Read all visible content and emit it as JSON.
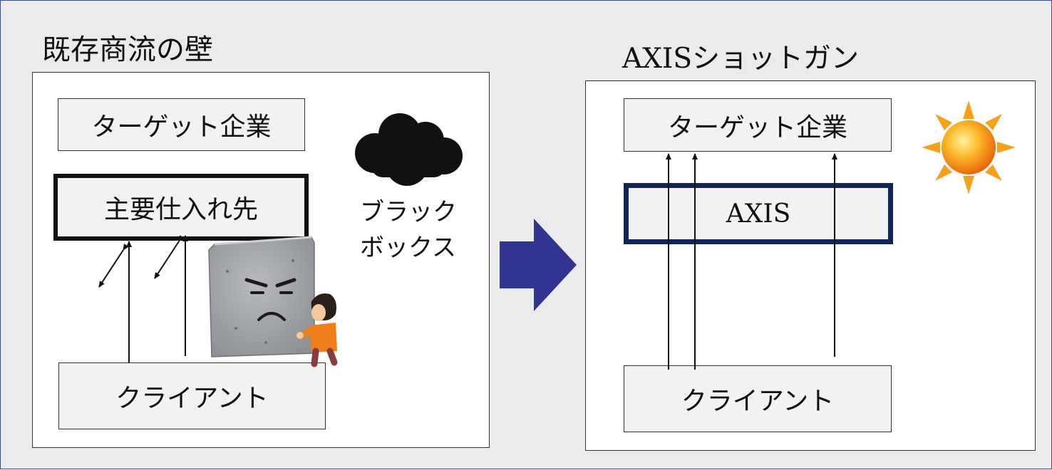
{
  "left": {
    "title": "既存商流の壁",
    "target_company": "ターゲット企業",
    "main_supplier": "主要仕入れ先",
    "client": "クライアント",
    "black_box_line1": "ブラック",
    "black_box_line2": "ボックス"
  },
  "right": {
    "title": "AXISショットガン",
    "target_company": "ターゲット企業",
    "axis": "AXIS",
    "client": "クライアント"
  },
  "colors": {
    "background": "#ebebeb",
    "transition_arrow": "#303592",
    "axis_border": "#102558",
    "sun": "#f7a11a"
  }
}
